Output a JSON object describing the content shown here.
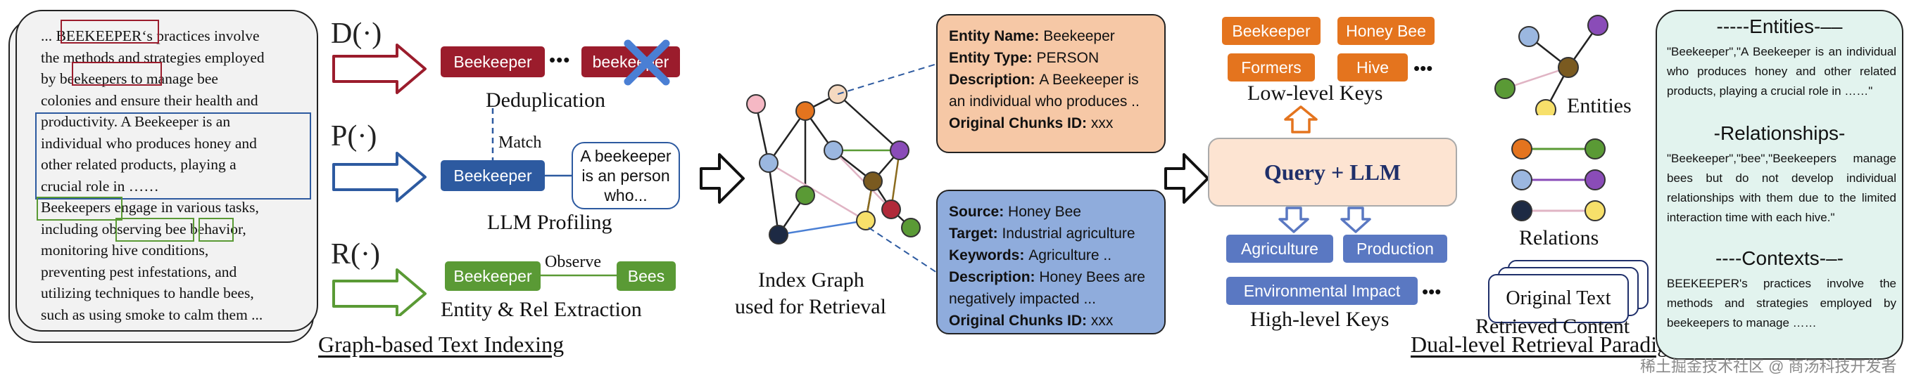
{
  "document": {
    "lines": [
      "... BEEKEEPER‘s practices involve",
      "the methods and strategies employed",
      "by beekeepers to manage bee",
      "colonies and ensure their health and",
      "productivity. A Beekeeper is an",
      "individual who produces honey and",
      "other related products, playing a",
      "crucial role in ……",
      "Beekeepers engage in various tasks,",
      "including observing bee behavior,",
      "monitoring hive conditions,",
      "preventing pest infestations, and",
      "utilizing techniques to handle bees,",
      "such as using smoke to calm them ..."
    ]
  },
  "operators": {
    "dedup": "D(·)",
    "profile": "P(·)",
    "extract": "R(·)"
  },
  "dedup": {
    "pill_a": "Beekeeper",
    "dots": "•••",
    "pill_b": "beekeeper",
    "label": "Deduplication",
    "match": "Match"
  },
  "profiling": {
    "pill": "Beekeeper",
    "bubble": "A beekeeper is an person who...",
    "label": "LLM Profiling"
  },
  "extraction": {
    "source": "Beekeeper",
    "relation": "Observe",
    "target": "Bees",
    "label": "Entity & Rel Extraction"
  },
  "indexing_caption": "Graph-based Text Indexing",
  "index_graph": {
    "line1": "Index Graph",
    "line2": "used for Retrieval"
  },
  "entity_card": {
    "name_key": "Entity Name",
    "name_val": "Beekeeper",
    "type_key": "Entity Type",
    "type_val": "PERSON",
    "desc_key": "Description",
    "desc_val": "A Beekeeper is an individual who produces ..",
    "chunk_key": "Original Chunks ID",
    "chunk_val": "xxx",
    "bg_color": "#f6c8a6"
  },
  "relation_card": {
    "source_key": "Source",
    "source_val": "Honey Bee",
    "target_key": "Target",
    "target_val": "Industrial agriculture",
    "keywords_key": "Keywords",
    "keywords_val": "Agriculture ..",
    "desc_key": "Description",
    "desc_val": "Honey Bees are negatively impacted ...",
    "chunk_key": "Original Chunks ID",
    "chunk_val": "xxx",
    "bg_color": "#8facdc"
  },
  "query_box": {
    "label": "Query + LLM",
    "bg_color": "#fde4d2"
  },
  "low_keys": {
    "items": [
      "Beekeeper",
      "Honey Bee",
      "Formers",
      "Hive"
    ],
    "dots": "•••",
    "label": "Low-level Keys"
  },
  "high_keys": {
    "items": [
      "Agriculture",
      "Production",
      "Environmental Impact"
    ],
    "dots": "•••",
    "label": "High-level Keys"
  },
  "retrieved": {
    "entities_label": "Entities",
    "relations_label": "Relations",
    "original_text": "Original Text",
    "content_label": "Retrieved Content"
  },
  "retrieval_caption": "Dual-level Retrieval Paradigm",
  "context_panel": {
    "entities_header": "-----Entities-––",
    "entities_text": "\"Beekeeper\",\"A Beekeeper is an individual who produces honey and other related products, playing a crucial role in ……\"",
    "relationships_header": "-Relationships-",
    "relationships_text": "\"Beekeeper\",\"bee\",\"Beekeepers manage bees but do not develop individual relationships with them due to the limited interaction time with each hive.\"",
    "contexts_header": "----Contexts-–-",
    "contexts_text": "BEEKEEPER's practices involve the methods and strategies employed by beekeepers to manage ……"
  },
  "watermark": "稀土掘金技术社区 @ 商汤科技开发者",
  "colors": {
    "dedup_red": "#9b1c2c",
    "profile_blue": "#2d5aa0",
    "extract_green": "#5a9a35",
    "key_orange": "#e4741e",
    "key_blue": "#5a78c2"
  }
}
